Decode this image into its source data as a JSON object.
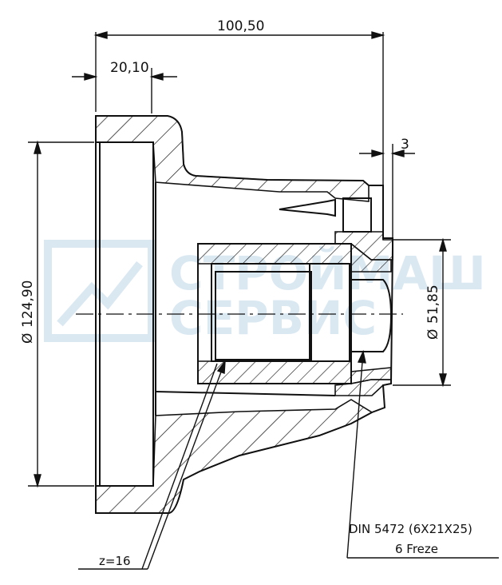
{
  "drawing": {
    "dimensions": {
      "overall_length": "100,50",
      "flange_width": "20,10",
      "step": "3",
      "outer_diameter": "124,90",
      "inner_diameter": "51,85",
      "diameter_symbol": "Ø"
    },
    "notes": {
      "spline_standard": "DIN 5472 (6X21X25)",
      "spline_type": "6 Freze",
      "teeth": "z=16"
    },
    "watermark": {
      "line1": "СТРОЙМАШ",
      "line2": "СЕРВИС",
      "color": "#bcd6e8"
    }
  }
}
